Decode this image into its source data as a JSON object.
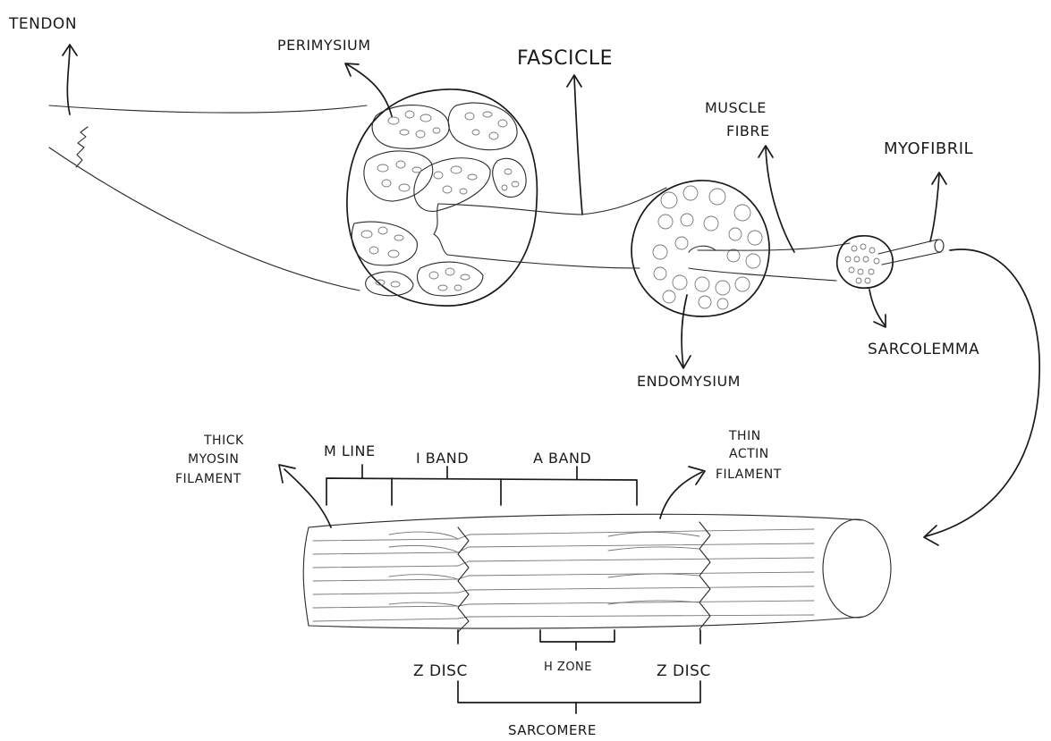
{
  "labels": {
    "tendon": "TENDON",
    "perimysium": "PERIMYSIUM",
    "fascicle": "FASCICLE",
    "muscle_fibre_1": "MUSCLE",
    "muscle_fibre_2": "FIBRE",
    "myofibril": "MYOFIBRIL",
    "sarcolemma": "SARCOLEMMA",
    "endomysium": "ENDOMYSIUM",
    "thick_1": "THICK",
    "thick_2": "MYOSIN",
    "thick_3": "FILAMENT",
    "m_line": "M LINE",
    "i_band": "I BAND",
    "a_band": "A BAND",
    "thin_1": "THIN",
    "thin_2": "ACTIN",
    "thin_3": "FILAMENT",
    "z_disc_left": "Z DISC",
    "h_zone": "H ZONE",
    "z_disc_right": "Z DISC",
    "sarcomere": "SARCOMERE"
  }
}
